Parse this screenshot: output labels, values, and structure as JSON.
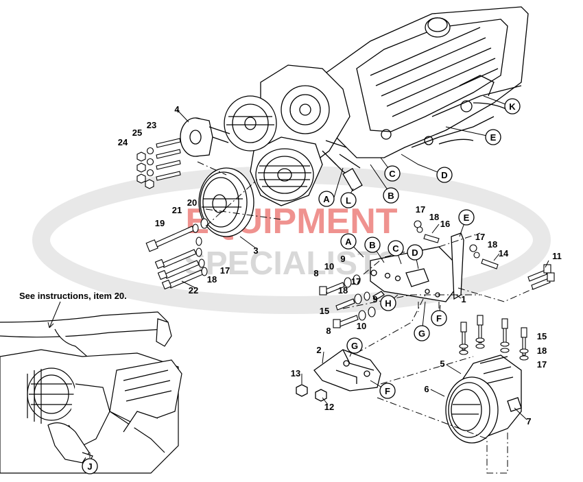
{
  "watermark": {
    "line1": "EQUIPMENT",
    "line2": "SPECIALISTS",
    "color_red": "#e23a35",
    "color_gray": "#c9c9c9"
  },
  "note": "See instructions, item 20.",
  "colors": {
    "ink": "#000000",
    "label_bg": "#ffffff"
  },
  "callouts": {
    "A1": "A",
    "L": "L",
    "B1": "B",
    "C1": "C",
    "D1": "D",
    "E1": "E",
    "K": "K",
    "A2": "A",
    "B2": "B",
    "C2": "C",
    "D2": "D",
    "E2": "E",
    "H": "H",
    "G1": "G",
    "F1": "F",
    "G2": "G",
    "F2": "F",
    "J": "J"
  },
  "numbers": {
    "n4": "4",
    "n23": "23",
    "n25": "25",
    "n24": "24",
    "n20": "20",
    "n21": "21",
    "n19": "19",
    "n3": "3",
    "n17a": "17",
    "n18a": "18",
    "n22": "22",
    "n17b": "17",
    "n18b": "18",
    "n16": "16",
    "n17c": "17",
    "n18c": "18",
    "n14": "14",
    "n11": "11",
    "n9a": "9",
    "n10a": "10",
    "n8a": "8",
    "n17d": "17",
    "n18d": "18",
    "n15a": "15",
    "n9b": "9",
    "n10b": "10",
    "n8b": "8",
    "n1": "1",
    "n2": "2",
    "n13": "13",
    "n12": "12",
    "n15b": "15",
    "n18e": "18",
    "n17e": "17",
    "n5": "5",
    "n6": "6",
    "n7": "7"
  }
}
